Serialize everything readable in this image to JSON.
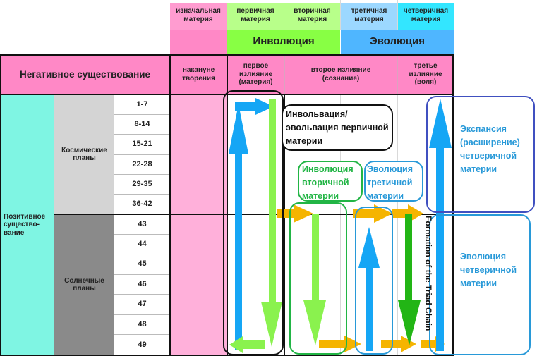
{
  "header": {
    "col_initial": "изначальная материя",
    "col_primary": "первичная материя",
    "col_secondary": "вторичная материя",
    "col_tertiary": "третичная материя",
    "col_quaternary": "четверичная материя",
    "involution": "Инволюция",
    "evolution": "Эволюция"
  },
  "row_header": {
    "negative": "Негативное существование",
    "before_creation": "накануне творения",
    "first_outpouring": "первое излияние (материя)",
    "second_outpouring": "второе излияние (сознание)",
    "third_outpouring": "третье излияние (воля)"
  },
  "left": {
    "positive": "Позитивное существо-вание",
    "cosmic_planes": "Космические планы",
    "solar_planes": "Солнечные планы"
  },
  "cosmic_rows": [
    "1-7",
    "8-14",
    "15-21",
    "22-28",
    "29-35",
    "36-42"
  ],
  "solar_rows": [
    "43",
    "44",
    "45",
    "46",
    "47",
    "48",
    "49"
  ],
  "annotations": {
    "primary_label": "Инвольвация/ эвольвация первичной материи",
    "secondary_involution": "Инволюция вторичной материи",
    "tertiary_evolution": "Эволюция третичной материи",
    "expansion": "Экспансия (расширение) четверичной материи",
    "quaternary_evolution": "Эволюция четверичной материи",
    "triad_chain": "Formation of the Triad Chain"
  },
  "colors": {
    "pink": "#ff88c6",
    "light_pink": "#ffb0da",
    "cyan": "#7ff5e3",
    "grey_light": "#d4d4d4",
    "grey_dark": "#8a8a8a",
    "involution_green": "#88ff44",
    "evolution_blue": "#4fb6ff",
    "arrow_blue": "#15a6f5",
    "arrow_green": "#8af24e",
    "arrow_dark_green": "#22b515",
    "arrow_orange": "#f5b400"
  }
}
